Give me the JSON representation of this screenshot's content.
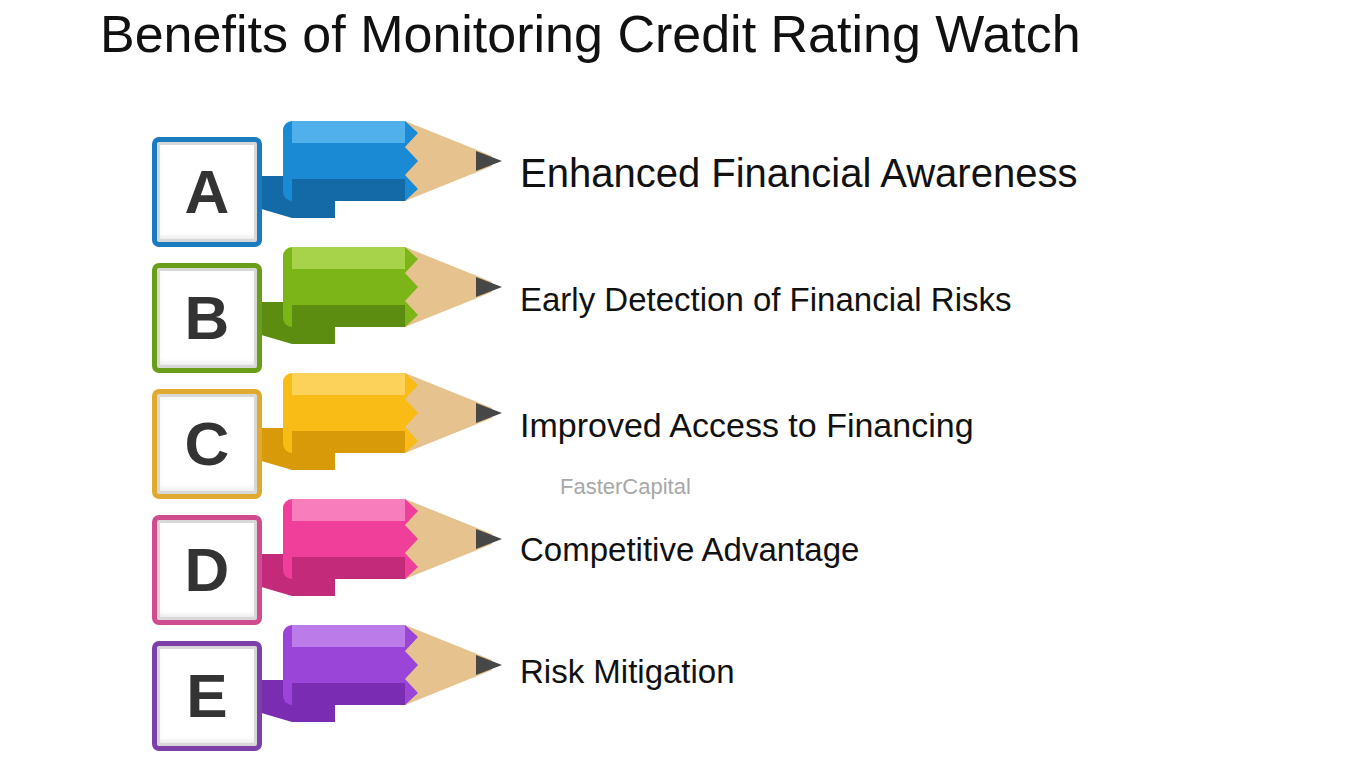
{
  "diagram": {
    "title": "Benefits of Monitoring Credit Rating Watch",
    "nodes": [
      {
        "text": [
          "A"
        ]
      },
      {
        "text": [
          "B"
        ]
      },
      {
        "text": [
          "C"
        ]
      },
      {
        "text": [
          "D"
        ]
      },
      {
        "text": [
          "E"
        ]
      }
    ],
    "labels": [
      "Enhanced Financial Awareness",
      "Early Detection of Financial Risks",
      "Improved Access to Financing",
      "Competitive Advantage",
      "Risk Mitigation",
      "FasterCapital"
    ]
  }
}
